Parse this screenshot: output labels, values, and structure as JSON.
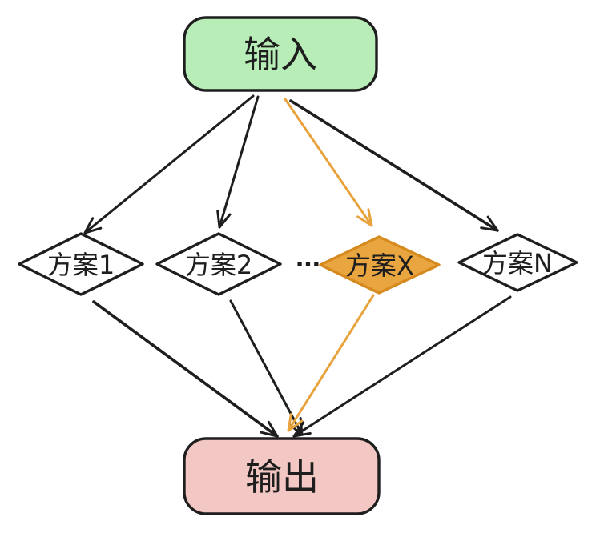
{
  "diagram": {
    "type": "flowchart",
    "style": "hand-drawn",
    "background": "#ffffff",
    "nodes": {
      "input": {
        "label": "输入",
        "shape": "rounded-rectangle",
        "fill": "#b9edb7",
        "border": "#1e1e1e"
      },
      "plan1": {
        "label": "方案1",
        "shape": "diamond",
        "fill": "#ffffff",
        "border": "#1e1e1e"
      },
      "plan2": {
        "label": "方案2",
        "shape": "diamond",
        "fill": "#ffffff",
        "border": "#1e1e1e"
      },
      "ellipsis": {
        "label": "..."
      },
      "planX": {
        "label": "方案X",
        "shape": "diamond",
        "fill": "#e9a53f",
        "border": "#d68a1e",
        "highlighted": true
      },
      "planN": {
        "label": "方案N",
        "shape": "diamond",
        "fill": "#ffffff",
        "border": "#1e1e1e"
      },
      "output": {
        "label": "输出",
        "shape": "rounded-rectangle",
        "fill": "#f3c7c3",
        "border": "#1e1e1e"
      }
    },
    "edges": [
      {
        "from": "input",
        "to": "plan1",
        "color": "#1e1e1e"
      },
      {
        "from": "input",
        "to": "plan2",
        "color": "#1e1e1e"
      },
      {
        "from": "input",
        "to": "planX",
        "color": "#e8a33d"
      },
      {
        "from": "input",
        "to": "planN",
        "color": "#1e1e1e"
      },
      {
        "from": "plan1",
        "to": "output",
        "color": "#1e1e1e"
      },
      {
        "from": "plan2",
        "to": "output",
        "color": "#1e1e1e"
      },
      {
        "from": "planX",
        "to": "output",
        "color": "#e8a33d"
      },
      {
        "from": "planN",
        "to": "output",
        "color": "#1e1e1e"
      }
    ],
    "colors": {
      "black": "#1e1e1e",
      "orange_accent": "#e8a33d",
      "input_fill": "#b9edb7",
      "output_fill": "#f3c7c3",
      "highlight_fill": "#e9a53f",
      "highlight_border": "#d68a1e",
      "plain_fill": "#ffffff",
      "background": "#ffffff"
    }
  }
}
